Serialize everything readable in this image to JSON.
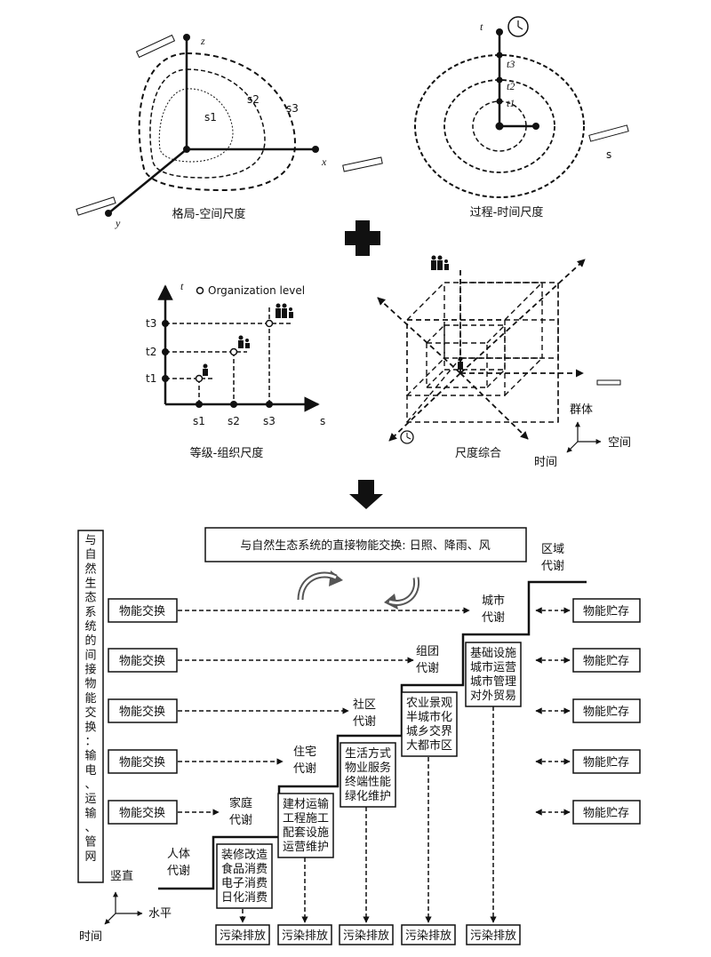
{
  "top_left": {
    "axes": {
      "x": "x",
      "y": "y",
      "z": "z"
    },
    "contours": [
      "s1",
      "s2",
      "s3"
    ],
    "caption": "格局-空间尺度"
  },
  "top_right": {
    "axis_t": "t",
    "axis_s": "s",
    "rings": [
      "t1",
      "t2",
      "t3"
    ],
    "caption": "过程-时间尺度"
  },
  "mid_left": {
    "axis_t": "t",
    "axis_s": "s",
    "legend": "Organization level",
    "t_ticks": [
      "t3",
      "t2",
      "t1"
    ],
    "s_ticks": [
      "s1",
      "s2",
      "s3"
    ],
    "caption": "等级-组织尺度"
  },
  "mid_right": {
    "caption": "尺度综合",
    "axis_group": "群体",
    "axis_space": "空间",
    "axis_time": "时间"
  },
  "bottom": {
    "left_label": "与自然生态系统的间接物能交换：输电、运输、管网",
    "top_box": "与自然生态系统的直接物能交换: 日照、降雨、风",
    "exchange_label": "物能交换",
    "storage_label": "物能贮存",
    "pollution_label": "污染排放",
    "levels": [
      [
        "人体",
        "代谢"
      ],
      [
        "家庭",
        "代谢"
      ],
      [
        "住宅",
        "代谢"
      ],
      [
        "社区",
        "代谢"
      ],
      [
        "组团",
        "代谢"
      ],
      [
        "城市",
        "代谢"
      ],
      [
        "区域",
        "代谢"
      ]
    ],
    "activity_boxes": [
      [
        "装修改造",
        "食品消费",
        "电子消费",
        "日化消费"
      ],
      [
        "建材运输",
        "工程施工",
        "配套设施",
        "运营维护"
      ],
      [
        "生活方式",
        "物业服务",
        "终端性能",
        "绿化维护"
      ],
      [
        "农业景观",
        "半城市化",
        "城乡交界",
        "大都市区"
      ],
      [
        "基础设施",
        "城市运营",
        "城市管理",
        "对外贸易"
      ]
    ],
    "axis_vertical": "竖直",
    "axis_horizontal": "水平",
    "axis_time": "时间"
  }
}
